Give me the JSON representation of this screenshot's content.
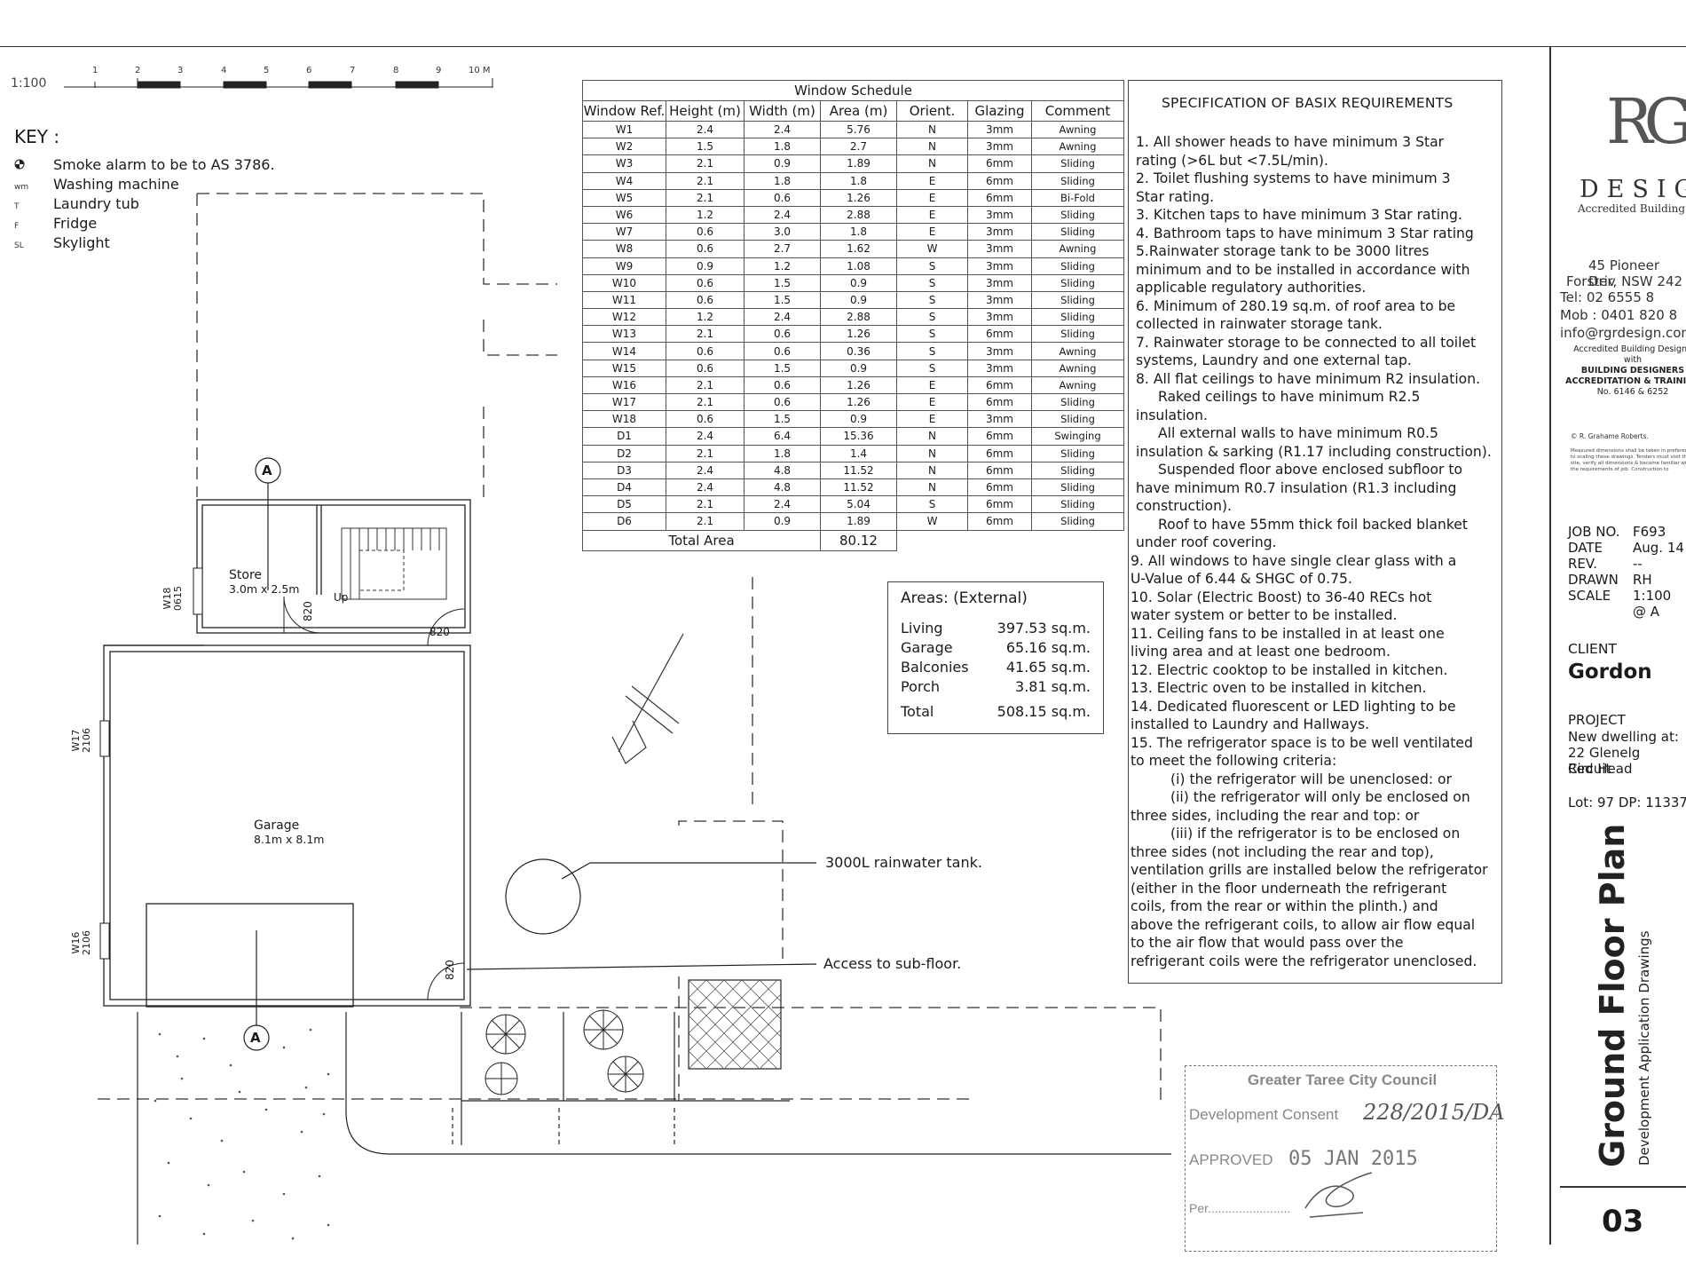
{
  "scale": {
    "label": "1:100",
    "numbers": [
      "1",
      "2",
      "3",
      "4",
      "5",
      "6",
      "7",
      "8",
      "9",
      "10 M"
    ]
  },
  "key": {
    "title": "KEY :",
    "items": [
      {
        "symbol": "smoke-alarm-icon",
        "symbol_text": "",
        "label": "Smoke alarm to be to AS 3786."
      },
      {
        "symbol": "text",
        "symbol_text": "wm",
        "label": "Washing machine"
      },
      {
        "symbol": "text",
        "symbol_text": "T",
        "label": "Laundry tub"
      },
      {
        "symbol": "text",
        "symbol_text": "F",
        "label": "Fridge"
      },
      {
        "symbol": "text",
        "symbol_text": "SL",
        "label": "Skylight"
      }
    ]
  },
  "window_schedule": {
    "title": "Window Schedule",
    "headers": [
      "Window Ref.",
      "Height (m)",
      "Width (m)",
      "Area (m)",
      "Orient.",
      "Glazing",
      "Comment"
    ],
    "rows": [
      [
        "W1",
        "2.4",
        "2.4",
        "5.76",
        "N",
        "3mm",
        "Awning"
      ],
      [
        "W2",
        "1.5",
        "1.8",
        "2.7",
        "N",
        "3mm",
        "Awning"
      ],
      [
        "W3",
        "2.1",
        "0.9",
        "1.89",
        "N",
        "6mm",
        "Sliding"
      ],
      [
        "W4",
        "2.1",
        "1.8",
        "1.8",
        "E",
        "6mm",
        "Sliding"
      ],
      [
        "W5",
        "2.1",
        "0.6",
        "1.26",
        "E",
        "6mm",
        "Bi-Fold"
      ],
      [
        "W6",
        "1.2",
        "2.4",
        "2.88",
        "E",
        "3mm",
        "Sliding"
      ],
      [
        "W7",
        "0.6",
        "3.0",
        "1.8",
        "E",
        "3mm",
        "Sliding"
      ],
      [
        "W8",
        "0.6",
        "2.7",
        "1.62",
        "W",
        "3mm",
        "Awning"
      ],
      [
        "W9",
        "0.9",
        "1.2",
        "1.08",
        "S",
        "3mm",
        "Sliding"
      ],
      [
        "W10",
        "0.6",
        "1.5",
        "0.9",
        "S",
        "3mm",
        "Sliding"
      ],
      [
        "W11",
        "0.6",
        "1.5",
        "0.9",
        "S",
        "3mm",
        "Sliding"
      ],
      [
        "W12",
        "1.2",
        "2.4",
        "2.88",
        "S",
        "3mm",
        "Sliding"
      ],
      [
        "W13",
        "2.1",
        "0.6",
        "1.26",
        "S",
        "6mm",
        "Sliding"
      ],
      [
        "W14",
        "0.6",
        "0.6",
        "0.36",
        "S",
        "3mm",
        "Awning"
      ],
      [
        "W15",
        "0.6",
        "1.5",
        "0.9",
        "S",
        "3mm",
        "Awning"
      ],
      [
        "W16",
        "2.1",
        "0.6",
        "1.26",
        "E",
        "6mm",
        "Awning"
      ],
      [
        "W17",
        "2.1",
        "0.6",
        "1.26",
        "E",
        "6mm",
        "Sliding"
      ],
      [
        "W18",
        "0.6",
        "1.5",
        "0.9",
        "E",
        "3mm",
        "Sliding"
      ],
      [
        "D1",
        "2.4",
        "6.4",
        "15.36",
        "N",
        "6mm",
        "Swinging"
      ],
      [
        "D2",
        "2.1",
        "1.8",
        "1.4",
        "N",
        "6mm",
        "Sliding"
      ],
      [
        "D3",
        "2.4",
        "4.8",
        "11.52",
        "N",
        "6mm",
        "Sliding"
      ],
      [
        "D4",
        "2.4",
        "4.8",
        "11.52",
        "N",
        "6mm",
        "Sliding"
      ],
      [
        "D5",
        "2.1",
        "2.4",
        "5.04",
        "S",
        "6mm",
        "Sliding"
      ],
      [
        "D6",
        "2.1",
        "0.9",
        "1.89",
        "W",
        "6mm",
        "Sliding"
      ]
    ],
    "total_label": "Total Area",
    "total_value": "80.12"
  },
  "areas": {
    "title": "Areas: (External)",
    "rows": [
      {
        "name": "Living",
        "value": "397.53 sq.m."
      },
      {
        "name": "Garage",
        "value": "65.16 sq.m."
      },
      {
        "name": "Balconies",
        "value": "41.65 sq.m."
      },
      {
        "name": "Porch",
        "value": "3.81 sq.m."
      }
    ],
    "total_name": "Total",
    "total_value": "508.15 sq.m."
  },
  "spec": {
    "title": "SPECIFICATION OF BASIX REQUIREMENTS",
    "lines": [
      "1. All shower heads to have minimum 3 Star",
      "rating (>6L but <7.5L/min).",
      "2. Toilet flushing systems to have minimum 3",
      "Star rating.",
      "3. Kitchen taps to have minimum 3 Star rating.",
      "4. Bathroom taps to have minimum 3 Star rating",
      "5.Rainwater storage tank to be 3000 litres",
      "minimum and to be installed in accordance with",
      "applicable regulatory authorities.",
      "6. Minimum of 280.19 sq.m. of roof area to be",
      "collected in rainwater storage tank.",
      "7. Rainwater storage to be connected to all toilet",
      "systems, Laundry and one external tap.",
      "8. All flat ceilings to have minimum R2 insulation.",
      "Raked ceilings to have minimum R2.5",
      "insulation.",
      "All external walls to have minimum R0.5",
      "insulation & sarking (R1.17 including construction).",
      "Suspended floor above enclosed subfloor to",
      "have minimum R0.7 insulation (R1.3 including",
      "construction).",
      "Roof to have 55mm thick foil backed blanket",
      "under roof covering.",
      "9. All windows to have single clear glass with a",
      "U-Value of 6.44 & SHGC of 0.75.",
      "10. Solar (Electric Boost) to 36-40 RECs hot",
      "water system or better to be installed.",
      "11. Ceiling fans to be installed in at least one",
      "living area and at least one bedroom.",
      "12. Electric cooktop to be installed in kitchen.",
      "13. Electric oven to be installed in kitchen.",
      "14. Dedicated fluorescent or LED lighting to be",
      "installed to Laundry and Hallways.",
      "15. The refrigerator space is to be well ventilated",
      "to meet the following criteria:",
      "(i) the refrigerator will be unenclosed: or",
      "(ii) the refrigerator will only be enclosed on",
      "three sides, including the rear and top: or",
      "(iii) if the refrigerator is to be enclosed on",
      "three sides (not including the rear and top),",
      "ventilation grills are installed below the refrigerator",
      "(either in the floor underneath the refrigerant",
      "coils, from the rear or within the plinth.) and",
      "above the refrigerant coils, to allow air flow equal",
      "to the air flow that would pass over the",
      "refrigerant coils were the refrigerator unenclosed."
    ]
  },
  "plan": {
    "store_label": "Store",
    "store_size": "3.0m x 2.5m",
    "garage_label": "Garage",
    "garage_size": "8.1m x 8.1m",
    "up_label": "Up",
    "door_820_a": "820",
    "door_820_b": "820",
    "door_820_c": "820",
    "w18_label": "W18",
    "w18_size": "0615",
    "w17_label": "W17",
    "w17_size": "2106",
    "w16_label": "W16",
    "w16_size": "2106",
    "section_marker": "A",
    "tank_callout": "3000L rainwater tank.",
    "subfloor_callout": "Access to sub-floor."
  },
  "stamp": {
    "title": "Greater Taree City Council",
    "consent_label": "Development Consent",
    "consent_number": "228/2015/DA",
    "approved_label": "APPROVED",
    "approved_date": "05 JAN 2015",
    "per_label": "Per........................"
  },
  "title_block": {
    "logo_letters": "RGR",
    "design_word": "DESIG",
    "design_sub": "Accredited Building Desi",
    "address_lines": [
      "45 Pioneer Driv",
      "Forster, NSW 242",
      "Tel:   02 6555 8",
      "Mob : 0401 820 8",
      "info@rgrdesign.com"
    ],
    "accreditation": [
      "Accredited Building Designe",
      "with",
      "BUILDING DESIGNERS",
      "ACCREDITATION & TRAINING",
      "No. 6146 & 6252"
    ],
    "copyright": "© R. Grahame Roberts.",
    "note": "Measured dimensions shall be taken in preference to scaling these drawings. Tenders must visit the site, verify all dimensions & become familiar with the requirements of job. Construction to",
    "job_no_label": "JOB NO.",
    "job_no": "F693",
    "date_label": "DATE",
    "date": "Aug. 14",
    "rev_label": "REV.",
    "rev": "--",
    "drawn_label": "DRAWN",
    "drawn": "RH",
    "scale_label": "SCALE",
    "scale": "1:100 @ A",
    "client_label": "CLIENT",
    "client": "Gordon",
    "project_label": "PROJECT",
    "project_lines": [
      "New dwelling at:",
      "22 Glenelg Circuit",
      "Red Head"
    ],
    "lot": "Lot: 97  DP: 11337",
    "sheet_title": "Ground Floor Plan",
    "sheet_subtitle": "Development Application Drawings",
    "sheet_number": "03"
  }
}
